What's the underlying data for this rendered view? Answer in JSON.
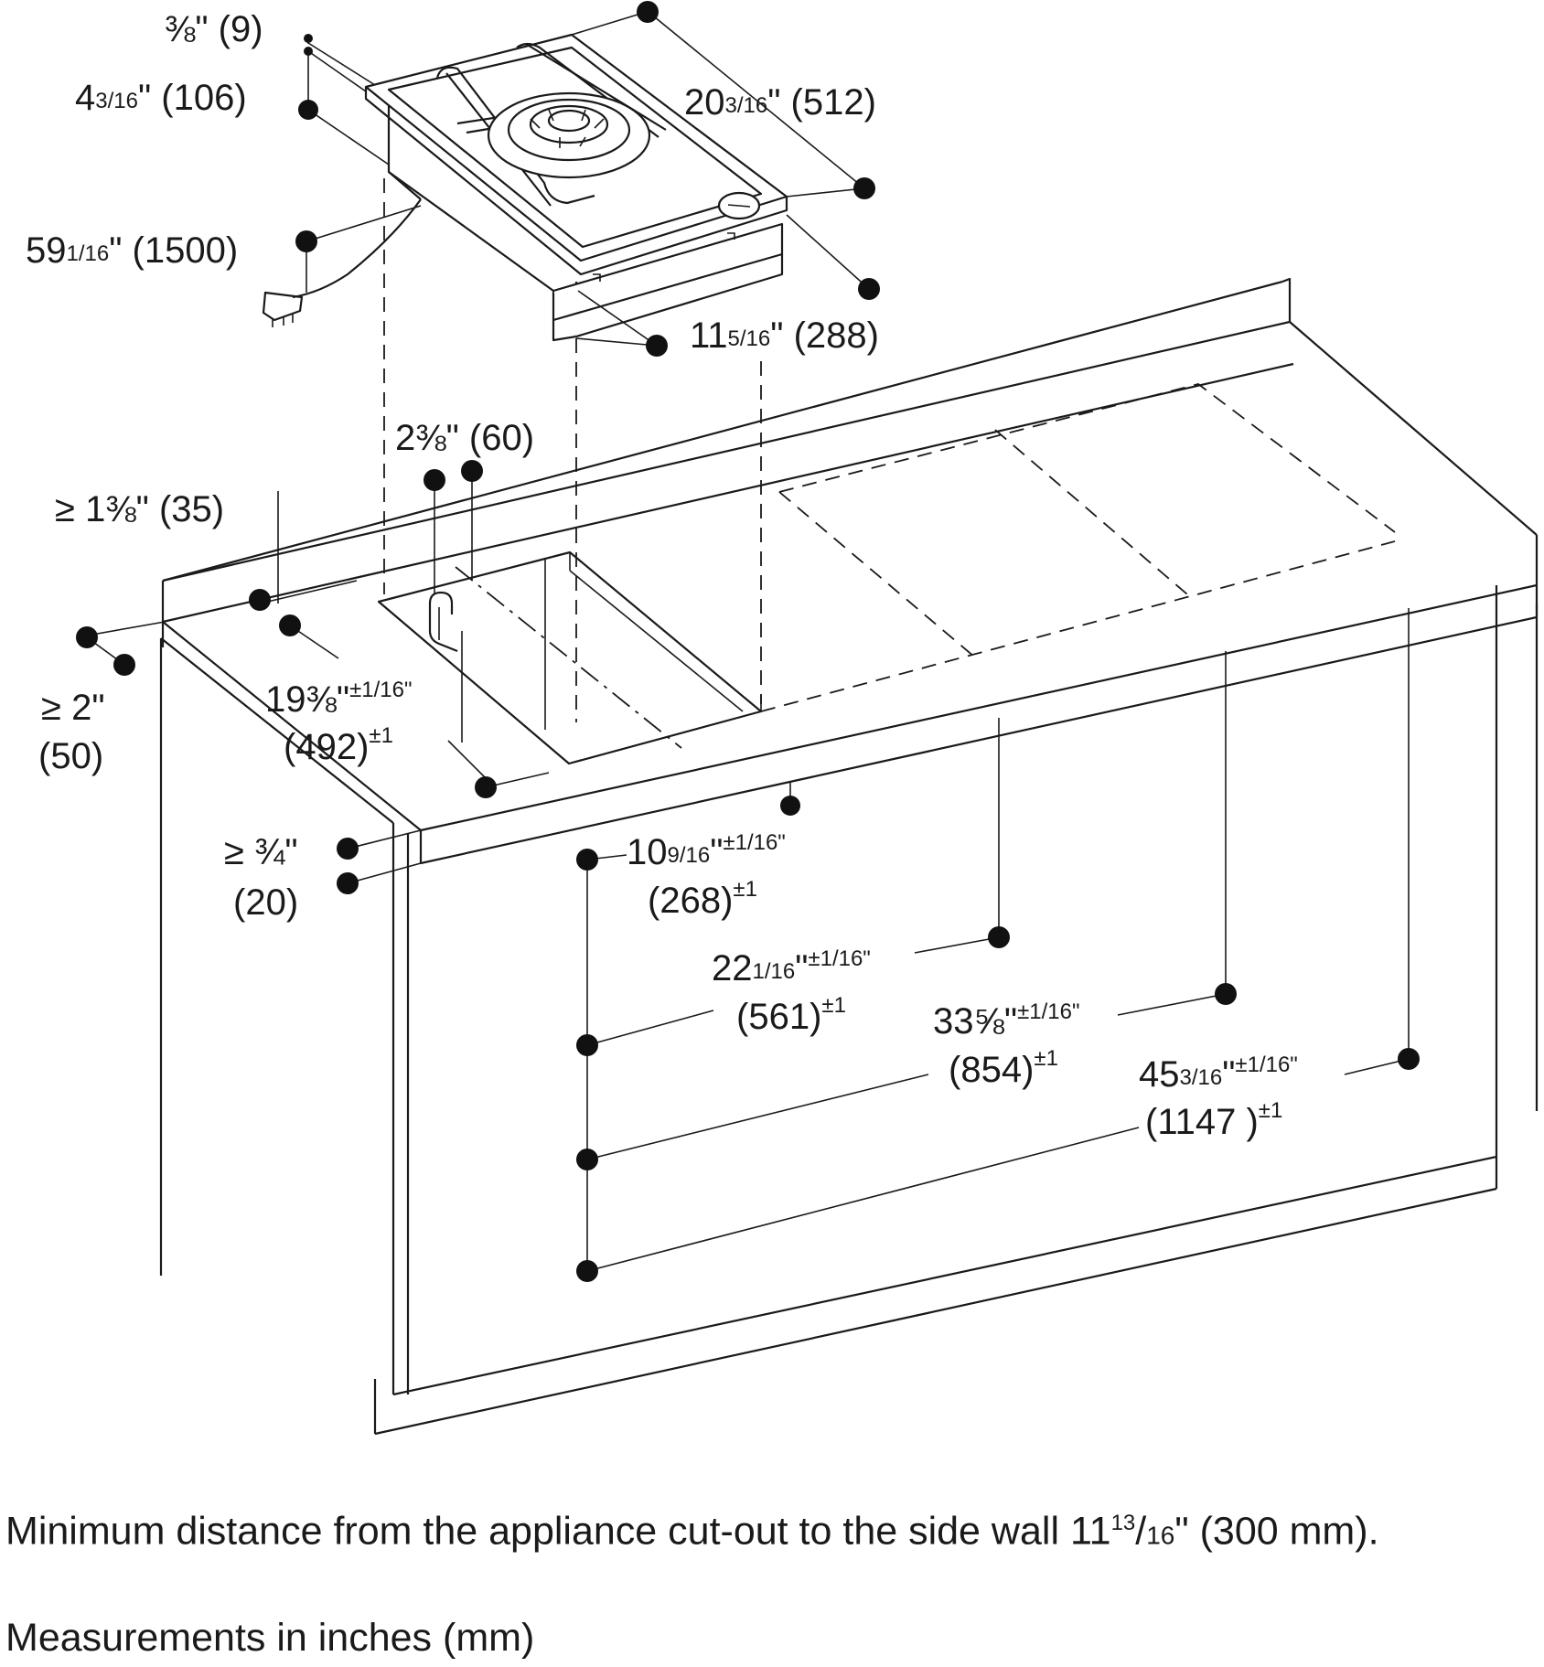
{
  "dimensions": {
    "d_9": {
      "value": "⅜\" (9)"
    },
    "d_106": {
      "value": "4",
      "frac": "3/16",
      "tail": "\" (106)"
    },
    "d_512": {
      "value": "20",
      "frac": "3/16",
      "tail": "\" (512)"
    },
    "d_1500": {
      "value": "59",
      "frac": "1/16",
      "tail": "\" (1500)"
    },
    "d_288": {
      "value": "11",
      "frac": "5/16",
      "tail": "\" (288)"
    },
    "d_60": {
      "value": "2⅜\" (60)"
    },
    "d_35": {
      "value": "≥ 1⅜\" (35)"
    },
    "d_492": {
      "value": "19⅜\"",
      "tol": "±1/16\"",
      "mm": "(492",
      "mm_tol": "±1",
      "close": ")"
    },
    "d_50": {
      "line1": "≥ 2\"",
      "line2": "(50)"
    },
    "d_20": {
      "line1": "≥ ¾\"",
      "line2": "(20)"
    },
    "d_268": {
      "value": "10",
      "frac": "9/16",
      "tail": "\"",
      "tol": "±1/16\"",
      "mm": "(268",
      "mm_tol": "±1",
      "close": ")"
    },
    "d_561": {
      "value": "22",
      "frac": "1/16",
      "tail": "\"",
      "tol": "±1/16\"",
      "mm": "(561",
      "mm_tol": "±1",
      "close": ")"
    },
    "d_854": {
      "value": "33⅝\"",
      "tol": "±1/16\"",
      "mm": "(854",
      "mm_tol": "±1",
      "close": ")"
    },
    "d_1147": {
      "value": "45",
      "frac": "3/16",
      "tail": "\"",
      "tol": "±1/16\"",
      "mm": "(1147 ",
      "mm_tol": "±1",
      "close": ")"
    }
  },
  "notes": {
    "min_distance": {
      "pre": "Minimum distance from the appliance cut-out to the side wall 11",
      "sup": "13",
      "slash": "/",
      "den": "16",
      "post": "\" (300 mm)."
    },
    "units": "Measurements in inches (mm)"
  }
}
